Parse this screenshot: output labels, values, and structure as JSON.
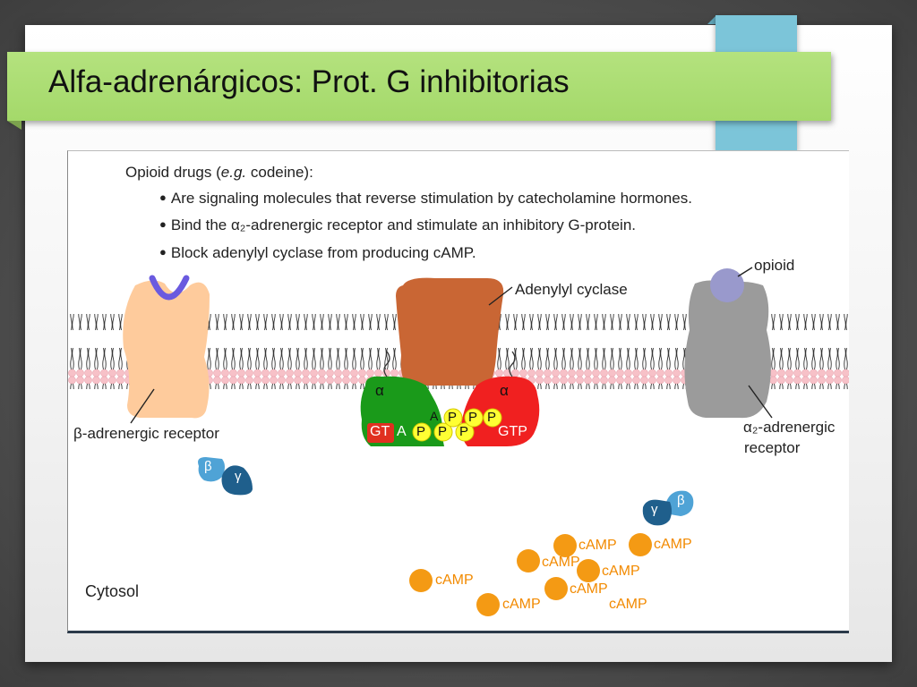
{
  "slide": {
    "title": "Alfa-adrenárgicos: Prot. G inhibitorias"
  },
  "figure": {
    "heading_prefix": "Opioid drugs (",
    "heading_italic": "e.g.",
    "heading_suffix": " codeine):",
    "bullets": [
      "Are signaling molecules that reverse stimulation by catecholamine hormones.",
      "Bind the α₂-adrenergic receptor and stimulate an inhibitory G-protein.",
      "Block adenylyl cyclase from producing cAMP."
    ],
    "labels": {
      "adenylyl_cyclase": "Adenylyl cyclase",
      "opioid": "opioid",
      "beta_receptor": "β-adrenergic receptor",
      "alpha2_receptor_line1": "α₂-adrenergic",
      "alpha2_receptor_line2": "receptor",
      "cytosol": "Cytosol",
      "alpha_left": "α",
      "alpha_right": "α",
      "gt": "GT",
      "a_left": "A",
      "a_top": "A",
      "gtp": "GTP",
      "phosphate": "P",
      "beta_left": "β",
      "gamma_left": "γ",
      "gamma_right": "γ",
      "beta_right": "β"
    },
    "camp_label": "cAMP",
    "camp_count": 8
  },
  "colors": {
    "title_bar": "#a4d96a",
    "blue_tab": "#7cc5d9",
    "beta_receptor": "#fecb9c",
    "adenylyl_cyclase": "#c96634",
    "alpha2_receptor": "#9b9b9b",
    "opioid": "#9999cc",
    "gs_alpha": "#1a9a1a",
    "gi_alpha": "#f02020",
    "phosphate": "#ffff33",
    "camp": "#f49a14",
    "membrane_head": "#f7c1c8",
    "gbg": "#2a7ab0"
  }
}
